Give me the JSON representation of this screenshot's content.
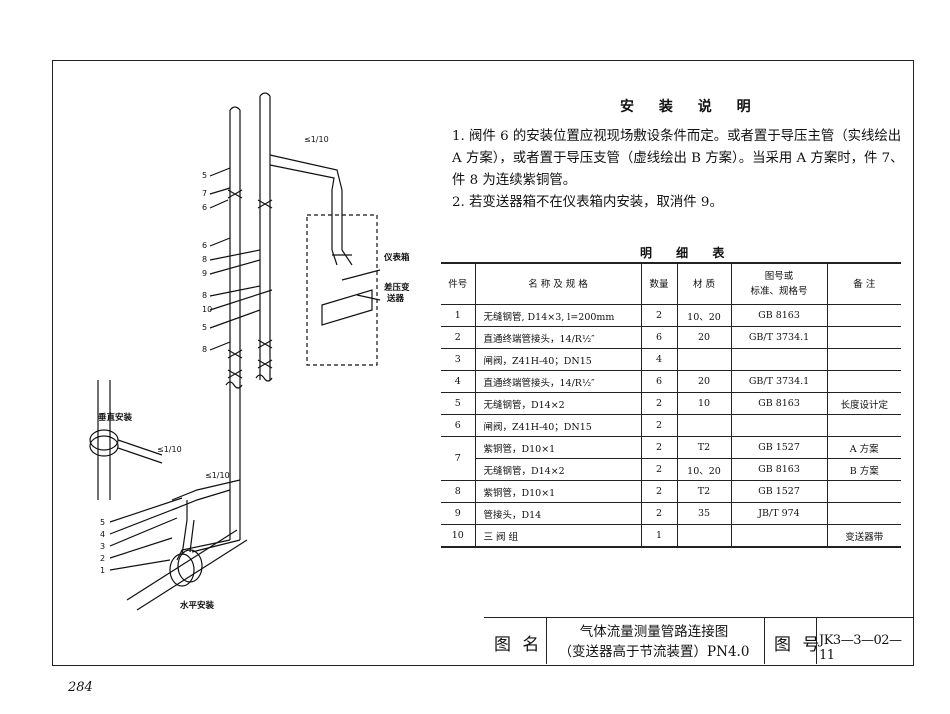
{
  "notes": {
    "title": "安 装 说 明",
    "item1": "1. 阀件 6 的安装位置应视现场敷设条件而定。或者置于导压主管（实线绘出 A 方案），或者置于导压支管（虚线绘出 B 方案）。当采用 A 方案时，件 7、件 8 为连续紫铜管。",
    "item2": "2. 若变送器箱不在仪表箱内安装，取消件 9。"
  },
  "table": {
    "title": "明 细 表",
    "headers": [
      "件号",
      "名 称 及 规 格",
      "数量",
      "材 质",
      "图号或",
      "标准、规格号",
      "备 注"
    ],
    "rows": [
      [
        "1",
        "无缝钢管, D14×3, l=200mm",
        "2",
        "10、20",
        "GB 8163",
        ""
      ],
      [
        "2",
        "直通终端管接头，14/R½″",
        "6",
        "20",
        "GB/T 3734.1",
        ""
      ],
      [
        "3",
        "闸阀，Z41H-40；DN15",
        "4",
        "",
        "",
        ""
      ],
      [
        "4",
        "直通终端管接头，14/R½″",
        "6",
        "20",
        "GB/T 3734.1",
        ""
      ],
      [
        "5",
        "无缝钢管，D14×2",
        "2",
        "10",
        "GB 8163",
        "长度设计定"
      ],
      [
        "6",
        "闸阀，Z41H-40；DN15",
        "2",
        "",
        "",
        ""
      ],
      [
        "7",
        "紫铜管，D10×1",
        "2",
        "T2",
        "GB 1527",
        "A 方案"
      ],
      [
        "",
        "无缝钢管，D14×2",
        "2",
        "10、20",
        "GB 8163",
        "B 方案"
      ],
      [
        "8",
        "紫铜管，D10×1",
        "2",
        "T2",
        "GB 1527",
        ""
      ],
      [
        "9",
        "管接头，D14",
        "2",
        "35",
        "JB/T 974",
        ""
      ],
      [
        "10",
        "三 阀 组",
        "1",
        "",
        "",
        "变送器带"
      ]
    ]
  },
  "titleblock": {
    "name_label": "图 名",
    "title_line1": "气体流量测量管路连接图",
    "title_line2": "（变送器高于节流装置）PN4.0",
    "number_label": "图 号",
    "number": "JK3—3—02—11"
  },
  "drawing": {
    "slope1": "≤1/10",
    "slope2": "≤1/10",
    "slope3": "≤1/10",
    "vertical_install": "垂直安装",
    "horizontal_install": "水平安装",
    "instrument_box": "仪表箱",
    "transmitter_1": "差压变",
    "transmitter_2": "送器",
    "left_callouts": [
      "5",
      "7",
      "6",
      "6",
      "8",
      "9",
      "8",
      "10",
      "5",
      "8"
    ],
    "bottom_callouts": [
      "5",
      "4",
      "3",
      "2",
      "1"
    ]
  },
  "page_number": "284"
}
